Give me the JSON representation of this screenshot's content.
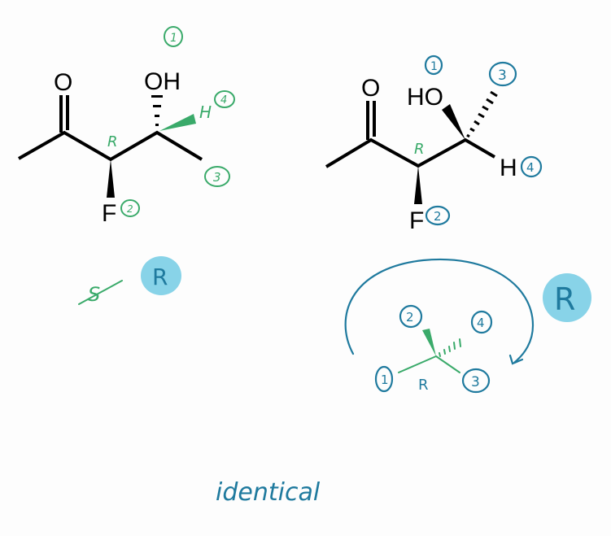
{
  "colors": {
    "ink": "#000000",
    "green_annotation": "#3aaa6a",
    "blue_annotation": "#1f7a9e",
    "highlight_circle": "#88d3e8",
    "background": "#fdfdfd"
  },
  "molecule_left": {
    "atoms": {
      "carbonyl_o": "O",
      "hydroxyl": "OH",
      "fluorine": "F",
      "hydrogen": "H"
    },
    "stereo_label_c3": "R",
    "priorities": {
      "p1": "1",
      "p2": "2",
      "p3": "3",
      "p4": "4"
    },
    "crossed_out_label": "S",
    "answer_label": "R"
  },
  "molecule_right": {
    "atoms": {
      "carbonyl_o": "O",
      "hydroxyl": "HO",
      "fluorine": "F",
      "hydrogen": "H"
    },
    "stereo_label_c3": "R",
    "priorities": {
      "p1": "1",
      "p2": "2",
      "p3": "3",
      "p4": "4"
    }
  },
  "newman_sketch": {
    "priorities": {
      "p1": "1",
      "p2": "2",
      "p3": "3",
      "p4": "4"
    },
    "center_label": "R",
    "answer_label": "R",
    "rotation_arrow": "clockwise-arrow"
  },
  "conclusion": "identical"
}
